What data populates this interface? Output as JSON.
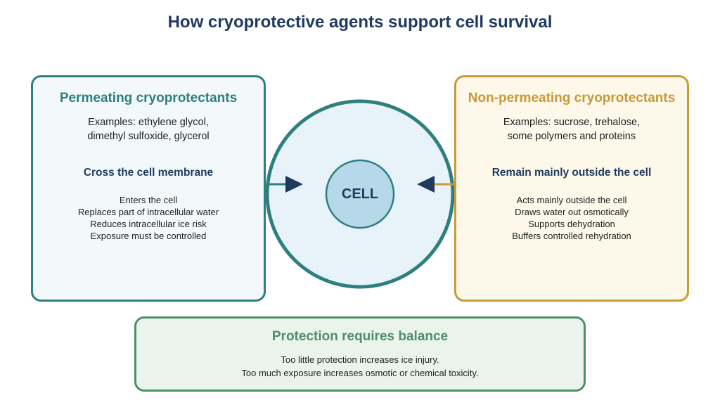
{
  "title": "How cryoprotective agents support cell survival",
  "left_panel": {
    "heading": "Permeating cryoprotectants",
    "examples": "Examples: ethylene glycol,\ndimethyl sulfoxide, glycerol",
    "subheading": "Cross the cell membrane",
    "points": [
      "Enters the cell",
      "Replaces part of intracellular water",
      "Reduces intracellular ice risk",
      "Exposure must be controlled"
    ]
  },
  "right_panel": {
    "heading": "Non-permeating cryoprotectants",
    "examples": "Examples: sucrose, trehalose,\nsome polymers and proteins",
    "subheading": "Remain mainly outside the cell",
    "points": [
      "Acts mainly outside the cell",
      "Draws water out osmotically",
      "Supports dehydration",
      "Buffers controlled rehydration"
    ]
  },
  "cell": {
    "label": "CELL"
  },
  "bottom_panel": {
    "heading": "Protection requires balance",
    "lines": [
      "Too little protection increases ice injury.",
      "Too much exposure increases osmotic or chemical toxicity."
    ]
  },
  "colors": {
    "navy": "#1e3a5f",
    "teal": "#2e7f7f",
    "gold": "#c99a36",
    "green": "#4f8f66"
  }
}
